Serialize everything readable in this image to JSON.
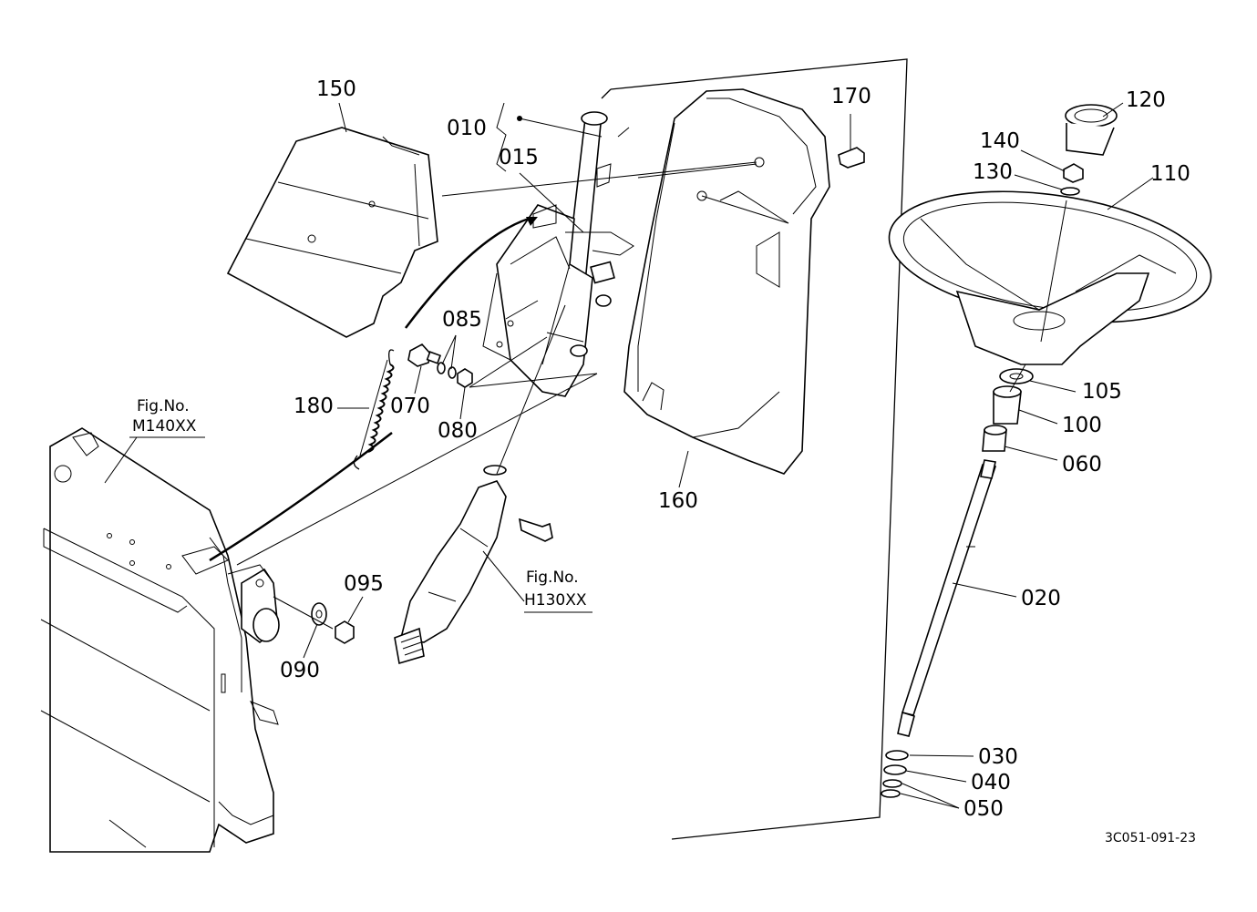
{
  "labels": {
    "p010": "010",
    "p015": "015",
    "p020": "020",
    "p030": "030",
    "p040": "040",
    "p050": "050",
    "p060": "060",
    "p070": "070",
    "p080": "080",
    "p085": "085",
    "p090": "090",
    "p095": "095",
    "p100": "100",
    "p105": "105",
    "p110": "110",
    "p120": "120",
    "p130": "130",
    "p140": "140",
    "p150": "150",
    "p160": "160",
    "p170": "170",
    "p180": "180"
  },
  "figure_refs": {
    "m140": {
      "title": "Fig.No.",
      "code": "M140XX"
    },
    "h130": {
      "title": "Fig.No.",
      "code": "H130XX"
    }
  },
  "drawing_code": "3C051-091-23"
}
